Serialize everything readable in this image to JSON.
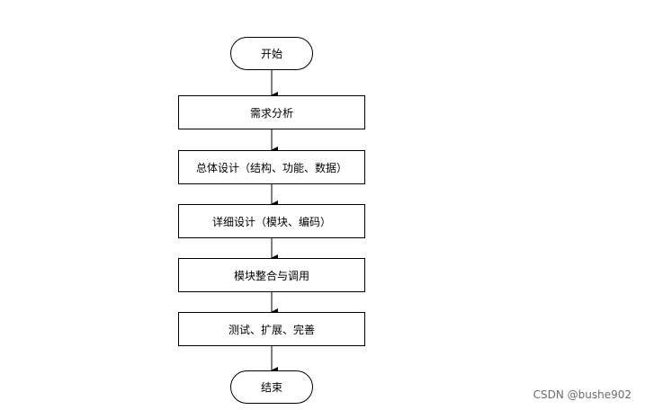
{
  "flowchart": {
    "start": "开始",
    "steps": [
      "需求分析",
      "总体设计（结构、功能、数据）",
      "详细设计（模块、编码）",
      "模块整合与调用",
      "测试、扩展、完善"
    ],
    "end": "结束"
  },
  "watermark": "CSDN @bushe902",
  "colors": {
    "stroke": "#000000",
    "watermark": "#6b6b6b",
    "background": "#ffffff"
  }
}
